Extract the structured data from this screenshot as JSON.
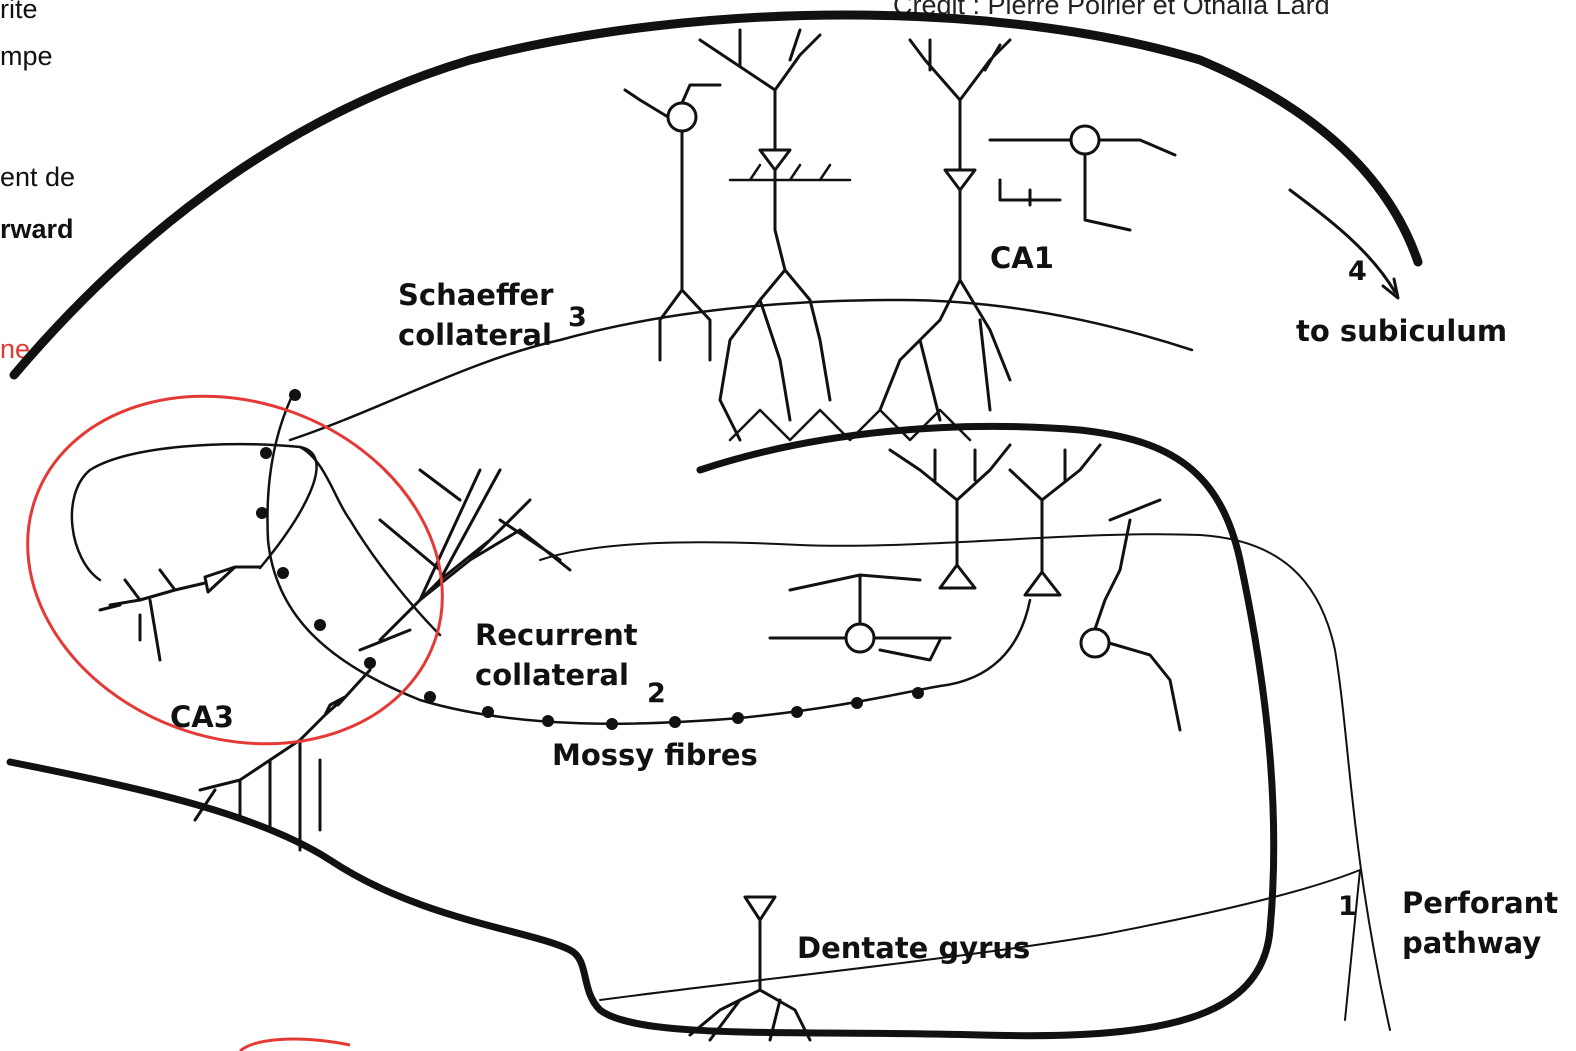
{
  "side_text": {
    "line1": "rite",
    "line2": "mpe",
    "line3": "ent de",
    "line4": "rward",
    "line5": "ne"
  },
  "credit": "Crédit : Pierre Poirier et Othalia Lard",
  "labels": {
    "ca1": "CA1",
    "ca3": "CA3",
    "schaeffer_line1": "Schaeffer",
    "schaeffer_line2": "collateral",
    "schaeffer_num": "3",
    "subiculum_num": "4",
    "subiculum": "to subiculum",
    "recurrent_line1": "Recurrent",
    "recurrent_line2": "collateral",
    "mossy_num": "2",
    "mossy": "Mossy fibres",
    "perforant_num": "1",
    "perforant_line1": "Perforant",
    "perforant_line2": "pathway",
    "dentate": "Dentate gyrus"
  },
  "colors": {
    "highlight": "#e53935",
    "ink": "#111111"
  }
}
